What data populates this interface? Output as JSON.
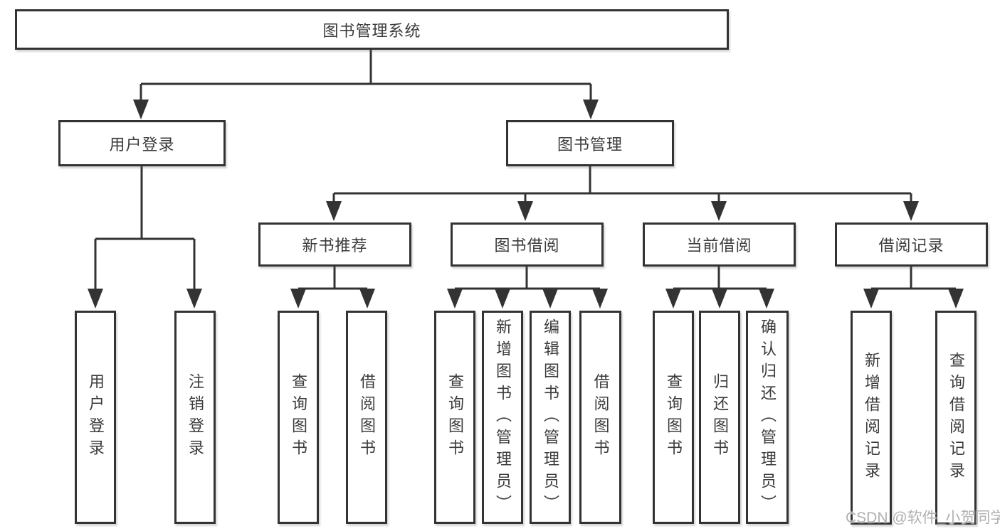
{
  "diagram_title": "图书管理系统",
  "nodes": {
    "root": "图书管理系统",
    "login": "用户登录",
    "manage": "图书管理",
    "recommend": "新书推荐",
    "borrow": "图书借阅",
    "current": "当前借阅",
    "records": "借阅记录",
    "leaf_login_user": "用户登录",
    "leaf_login_logout": "注销登录",
    "leaf_rec_query": "查询图书",
    "leaf_rec_borrow": "借阅图书",
    "leaf_bor_query": "查询图书",
    "leaf_bor_add": "新增图书（管理员）",
    "leaf_bor_edit": "编辑图书（管理员）",
    "leaf_bor_borrow": "借阅图书",
    "leaf_cur_query": "查询图书",
    "leaf_cur_return": "归还图书",
    "leaf_cur_confirm": "确认归还（管理员）",
    "leaf_rcd_add": "新增借阅记录",
    "leaf_rcd_query": "查询借阅记录"
  },
  "watermark": {
    "text": "CSDN @软件_小贺同学",
    "color": "#b0b0b0"
  },
  "colors": {
    "line": "#333333",
    "border": "#333333",
    "text": "#3b3b3b",
    "background": "#ffffff"
  }
}
